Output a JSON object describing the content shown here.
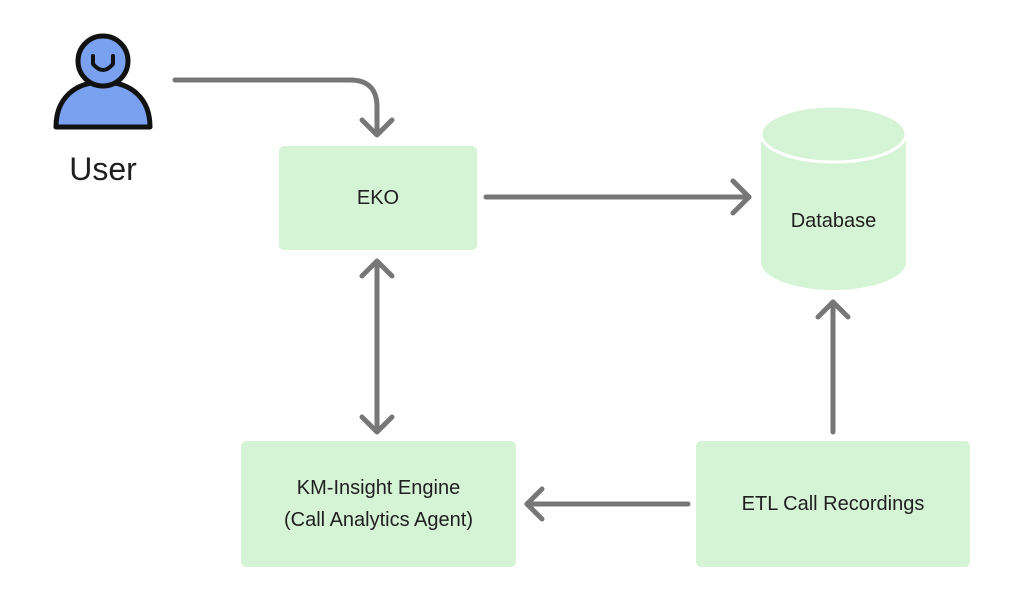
{
  "diagram": {
    "actor": {
      "label": "User",
      "icon": "user-icon",
      "icon_fill": "#7aa0f0",
      "icon_stroke": "#111111"
    },
    "nodes": {
      "eko": "EKO",
      "database": "Database",
      "km_engine": "KM-Insight Engine\n(Call Analytics Agent)",
      "etl": "ETL Call Recordings"
    },
    "edges": [
      {
        "from": "User",
        "to": "EKO",
        "direction": "forward"
      },
      {
        "from": "EKO",
        "to": "Database",
        "direction": "forward"
      },
      {
        "from": "EKO",
        "to": "KM-Insight Engine",
        "direction": "both"
      },
      {
        "from": "ETL Call Recordings",
        "to": "KM-Insight Engine",
        "direction": "forward"
      },
      {
        "from": "ETL Call Recordings",
        "to": "Database",
        "direction": "forward"
      }
    ],
    "colors": {
      "node_fill": "#d5f3d5",
      "arrow": "#777777",
      "text": "#1f1f1f"
    }
  }
}
